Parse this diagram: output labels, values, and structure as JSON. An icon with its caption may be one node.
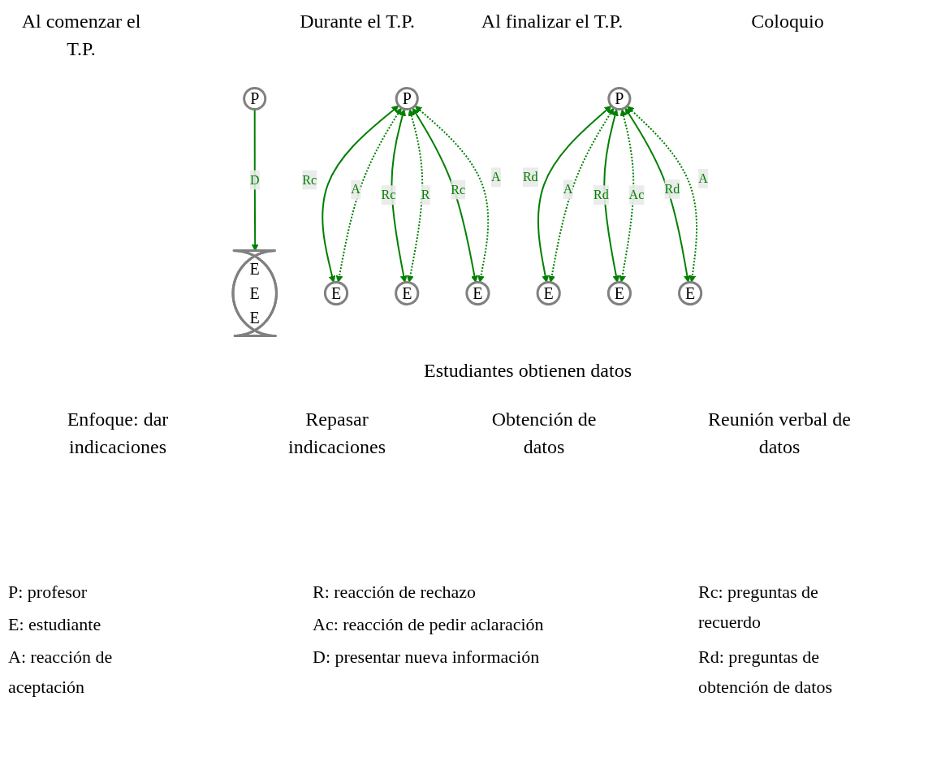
{
  "diagram": {
    "nodes": [
      {
        "text": [
          "P"
        ]
      },
      {
        "text": [
          "E",
          "E",
          "E"
        ]
      },
      {
        "text": [
          "P"
        ]
      },
      {
        "text": [
          "E"
        ]
      },
      {
        "text": [
          "E"
        ]
      },
      {
        "text": [
          "E"
        ]
      },
      {
        "text": [
          "P"
        ]
      },
      {
        "text": [
          "E"
        ]
      },
      {
        "text": [
          "E"
        ]
      },
      {
        "text": [
          "E"
        ]
      }
    ],
    "edges": [
      {
        "from": 0,
        "to": 1,
        "arrow": "to",
        "label": "D"
      },
      {
        "from": 2,
        "to": 3,
        "arrow": "both",
        "label": "Rc"
      },
      {
        "from": 2,
        "to": 3,
        "arrow": "both",
        "label": "A",
        "style": "dashed"
      },
      {
        "from": 2,
        "to": 4,
        "arrow": "both",
        "label": "Rc"
      },
      {
        "from": 2,
        "to": 4,
        "arrow": "both",
        "label": "R",
        "style": "dashed"
      },
      {
        "from": 2,
        "to": 5,
        "arrow": "both",
        "label": "Rc"
      },
      {
        "from": 2,
        "to": 5,
        "arrow": "both",
        "label": "A",
        "style": "dashed"
      },
      {
        "from": 6,
        "to": 7,
        "arrow": "both",
        "label": "Rd"
      },
      {
        "from": 6,
        "to": 7,
        "arrow": "both",
        "label": "A",
        "style": "dashed"
      },
      {
        "from": 6,
        "to": 8,
        "arrow": "both",
        "label": "Rd"
      },
      {
        "from": 6,
        "to": 8,
        "arrow": "both",
        "label": "Ac",
        "style": "dashed"
      },
      {
        "from": 6,
        "to": 9,
        "arrow": "both",
        "label": "Rd"
      },
      {
        "from": 6,
        "to": 9,
        "arrow": "both",
        "label": "A",
        "style": "dashed"
      }
    ],
    "labels": [
      "Al comenzar el T.P.",
      "Durante el T.P.",
      "Al finalizar el T.P.",
      "Coloquio",
      "Estudiantes obtienen datos",
      "Enfoque: dar indicaciones",
      "Repasar indicaciones",
      "Obtención de datos",
      "Reunión verbal de datos",
      "P: profesor",
      "R: reacción de rechazo",
      "Rc: preguntas de recuerdo",
      "E: estudiante",
      "Ac: reacción de pedir aclaración",
      "A: reacción de aceptación",
      "D: presentar nueva información",
      "Rd: preguntas de obtención de datos"
    ]
  }
}
